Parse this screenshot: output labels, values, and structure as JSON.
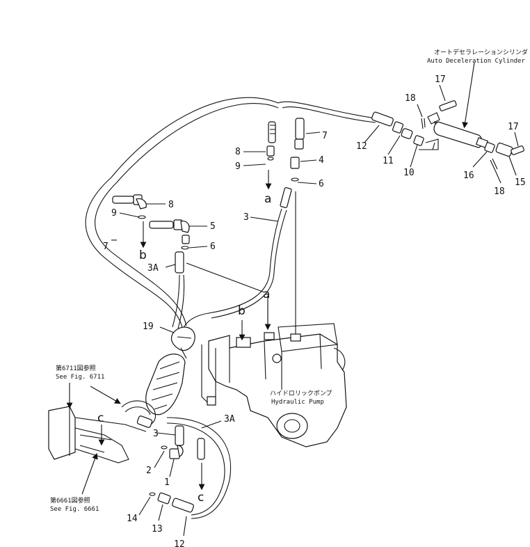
{
  "callouts": {
    "c1": "1",
    "c2": "2",
    "c3_top": "3",
    "c3_bottom": "3",
    "c3A_left": "3A",
    "c3A_bottom": "3A",
    "c4": "4",
    "c5": "5",
    "c6_top": "6",
    "c6_left": "6",
    "c7_top": "7",
    "c7_left": "7",
    "c8_top": "8",
    "c8_left": "8",
    "c9_top": "9",
    "c9_left": "9",
    "c10": "10",
    "c11": "11",
    "c12_top": "12",
    "c12_bottom": "12",
    "c13": "13",
    "c14": "14",
    "c15": "15",
    "c16": "16",
    "c17_top": "17",
    "c17_right": "17",
    "c18_top": "18",
    "c18_bottom": "18",
    "c19": "19"
  },
  "connection_letters": {
    "a_mid": "a",
    "a_right": "a",
    "b_left": "b",
    "b_pump": "b",
    "c_left": "c",
    "c_bottom": "c"
  },
  "captions": {
    "cylinder_jp": "オートデセラレーションシリンダ",
    "cylinder_en": "Auto Deceleration Cylinder",
    "pump_jp": "ハイドロリックポンプ",
    "pump_en": "Hydraulic Pump",
    "fig6711_jp": "第6711図参照",
    "fig6711_en": "See Fig. 6711",
    "fig6661_jp": "第6661図参照",
    "fig6661_en": "See Fig. 6661"
  }
}
